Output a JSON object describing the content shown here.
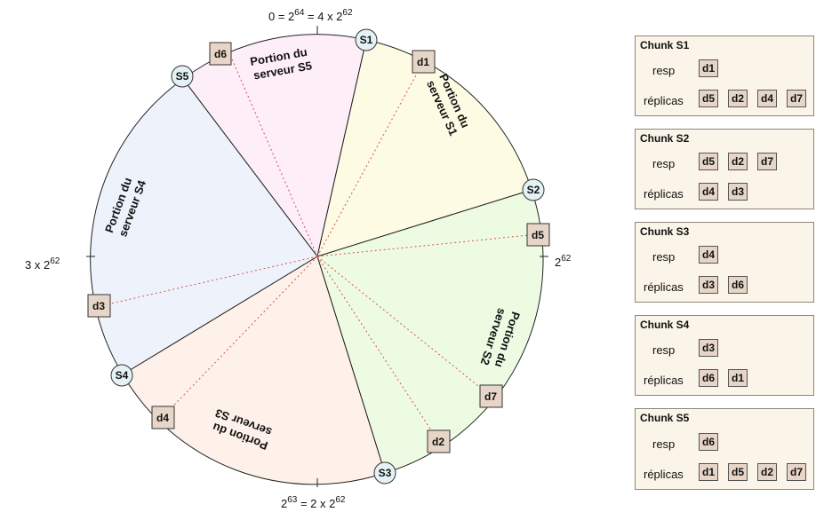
{
  "ring": {
    "top_label": "0 = 2^64 = 4 x 2^62",
    "top_label_parts": {
      "lead": "0 = 2",
      "exp1": "64",
      "mid": " = 4 x 2",
      "exp2": "62"
    },
    "right_label_parts": {
      "base": "2",
      "exp": "62"
    },
    "left_label_parts": {
      "base": "3 x 2",
      "exp": "62"
    },
    "bottom_label_parts": {
      "base": "2",
      "exp": "63",
      "rest": " = 2 x 2",
      "exp2": "62"
    },
    "servers": [
      "S1",
      "S2",
      "S3",
      "S4",
      "S5"
    ],
    "documents": [
      "d1",
      "d2",
      "d3",
      "d4",
      "d5",
      "d6",
      "d7"
    ],
    "portions": {
      "s1": [
        "Portion du",
        "serveur S1"
      ],
      "s2": [
        "Portion du",
        "serveur S2"
      ],
      "s3": [
        "Portion du",
        "serveur S3"
      ],
      "s4": [
        "Portion du",
        "serveur S4"
      ],
      "s5": [
        "Portion du",
        "serveur S5"
      ]
    },
    "colors": {
      "s1": "#fdfbe3",
      "s2": "#eefbe3",
      "s3": "#fdf1e9",
      "s4": "#eef2fb",
      "s5": "#fdeef8",
      "node": "#e4f2f6",
      "doc": "#e7d6c7",
      "dotted": "#d9534f"
    }
  },
  "chunks": [
    {
      "title": "Chunk S1",
      "resp_label": "resp",
      "repl_label": "réplicas",
      "resp": [
        "d1"
      ],
      "replicas": [
        "d5",
        "d2",
        "d4",
        "d7"
      ]
    },
    {
      "title": "Chunk S2",
      "resp_label": "resp",
      "repl_label": "réplicas",
      "resp": [
        "d5",
        "d2",
        "d7"
      ],
      "replicas": [
        "d4",
        "d3"
      ]
    },
    {
      "title": "Chunk S3",
      "resp_label": "resp",
      "repl_label": "réplicas",
      "resp": [
        "d4"
      ],
      "replicas": [
        "d3",
        "d6"
      ]
    },
    {
      "title": "Chunk S4",
      "resp_label": "resp",
      "repl_label": "réplicas",
      "resp": [
        "d3"
      ],
      "replicas": [
        "d6",
        "d1"
      ]
    },
    {
      "title": "Chunk S5",
      "resp_label": "resp",
      "repl_label": "réplicas",
      "resp": [
        "d6"
      ],
      "replicas": [
        "d1",
        "d5",
        "d2",
        "d7"
      ]
    }
  ]
}
